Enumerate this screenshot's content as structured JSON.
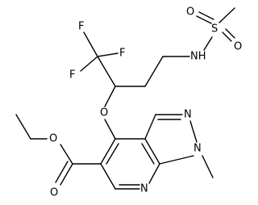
{
  "molecule": {
    "atom_labels": {
      "f1": "F",
      "f2": "F",
      "f3": "F",
      "o_ether": "O",
      "o_ester_single": "O",
      "o_ester_carbonyl": "O",
      "s": "S",
      "o_s1": "O",
      "o_s2": "O",
      "nh": "NH",
      "n_pyrazole": "N",
      "n_methyl": "N",
      "n_pyridine": "N"
    }
  }
}
